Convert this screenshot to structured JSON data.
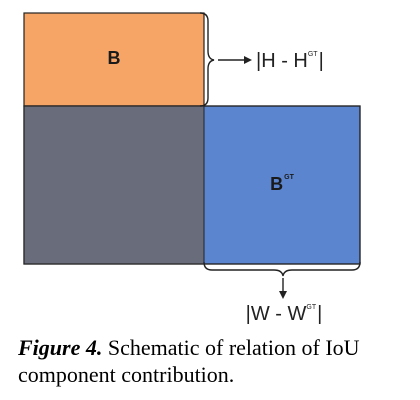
{
  "diagram": {
    "box_b": {
      "label": "B",
      "color": "#f6a567"
    },
    "box_bgt": {
      "label": "B",
      "superscript": "GT",
      "color": "#5b85cf"
    },
    "overlap": {
      "color": "#696d7b"
    },
    "height_diff": {
      "text_main": "|H - H",
      "text_sup": "GT",
      "text_end": "|"
    },
    "width_diff": {
      "text_main": "|W - W",
      "text_sup": "GT",
      "text_end": "|"
    }
  },
  "caption": {
    "label": "Figure 4.",
    "text": " Schematic of relation of IoU component contribution."
  }
}
